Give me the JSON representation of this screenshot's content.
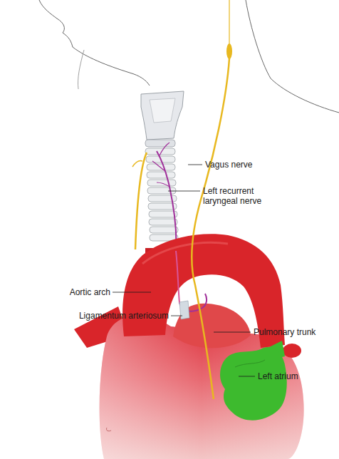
{
  "diagram": {
    "labels": [
      "Vagus nerve",
      "Left recurrent laryngeal nerve",
      "Aortic arch",
      "Ligamentum arteriosum",
      "Pulmonary trunk",
      "Left atrium"
    ]
  }
}
